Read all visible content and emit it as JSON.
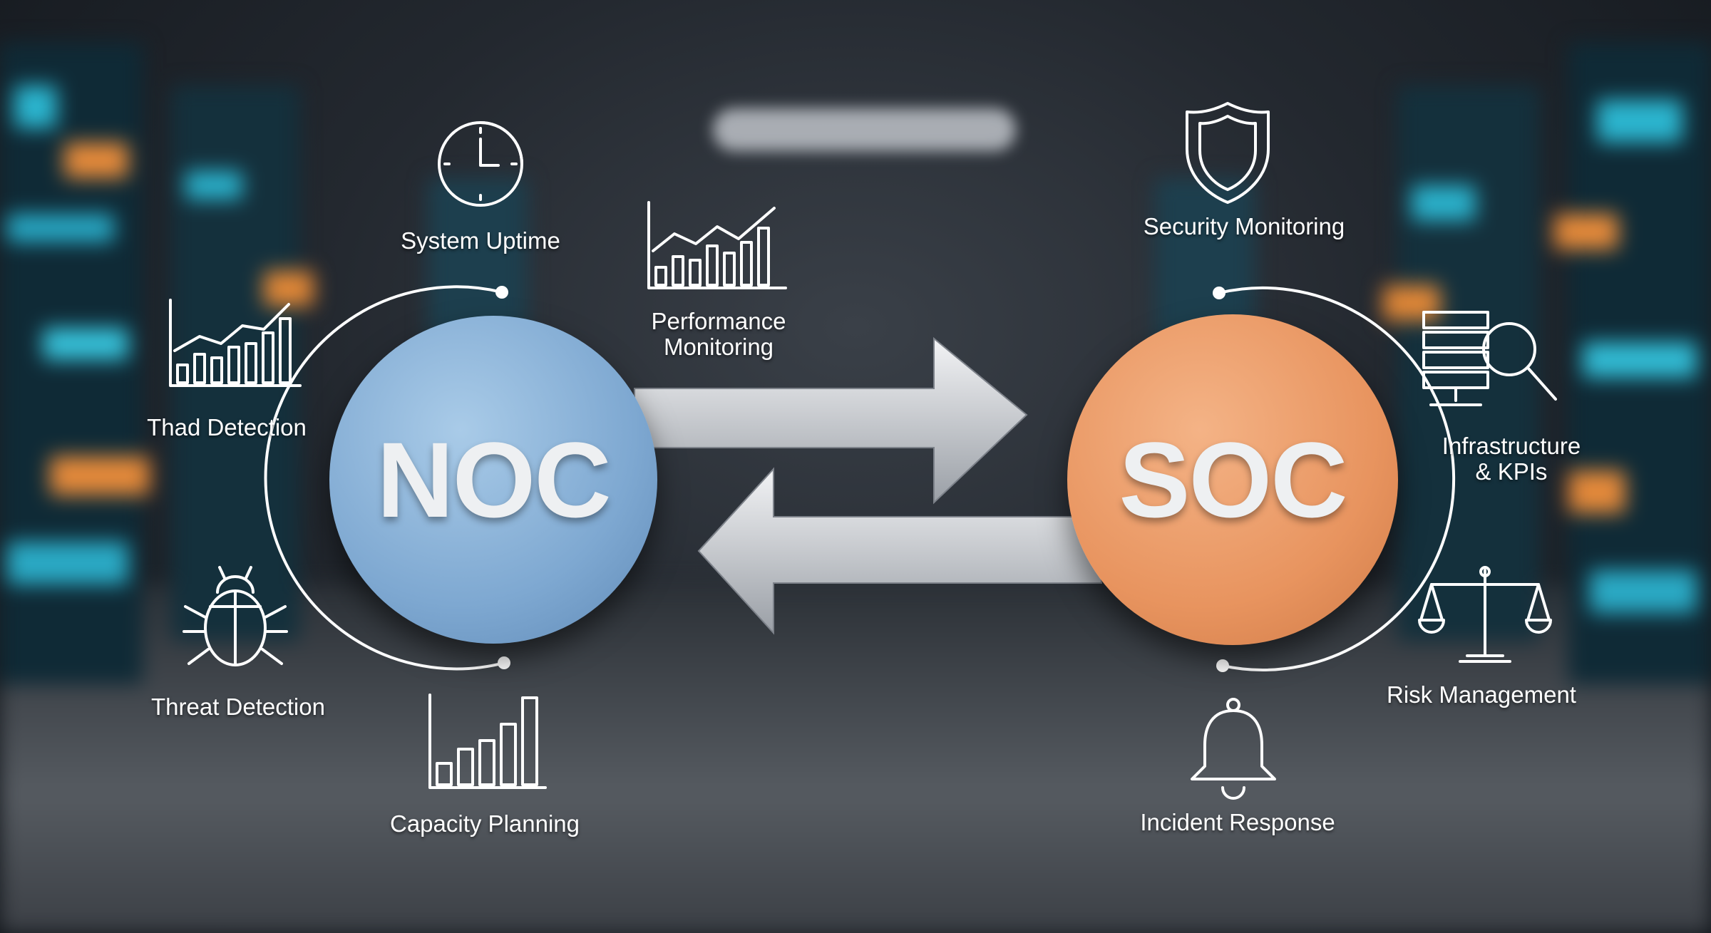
{
  "hubs": {
    "noc": "NOC",
    "soc": "SOC"
  },
  "colors": {
    "noc": "#7ea8d1",
    "soc": "#e8945f",
    "arrow": "#d9dcdf"
  },
  "noc_items": [
    {
      "label": "System Uptime",
      "icon": "clock-icon"
    },
    {
      "label": "Performance Monitoring",
      "icon": "line-bar-chart-icon"
    },
    {
      "label": "Thad Detection",
      "icon": "line-bar-chart-icon"
    },
    {
      "label": "Threat Detection",
      "icon": "bug-icon"
    },
    {
      "label": "Capacity Planning",
      "icon": "bar-chart-icon"
    }
  ],
  "soc_items": [
    {
      "label": "Security Monitoring",
      "icon": "shield-icon"
    },
    {
      "label": "Infrastructure & KPIs",
      "icon": "server-search-icon"
    },
    {
      "label": "Risk Management",
      "icon": "scale-icon"
    },
    {
      "label": "Incident Response",
      "icon": "bell-icon"
    }
  ]
}
